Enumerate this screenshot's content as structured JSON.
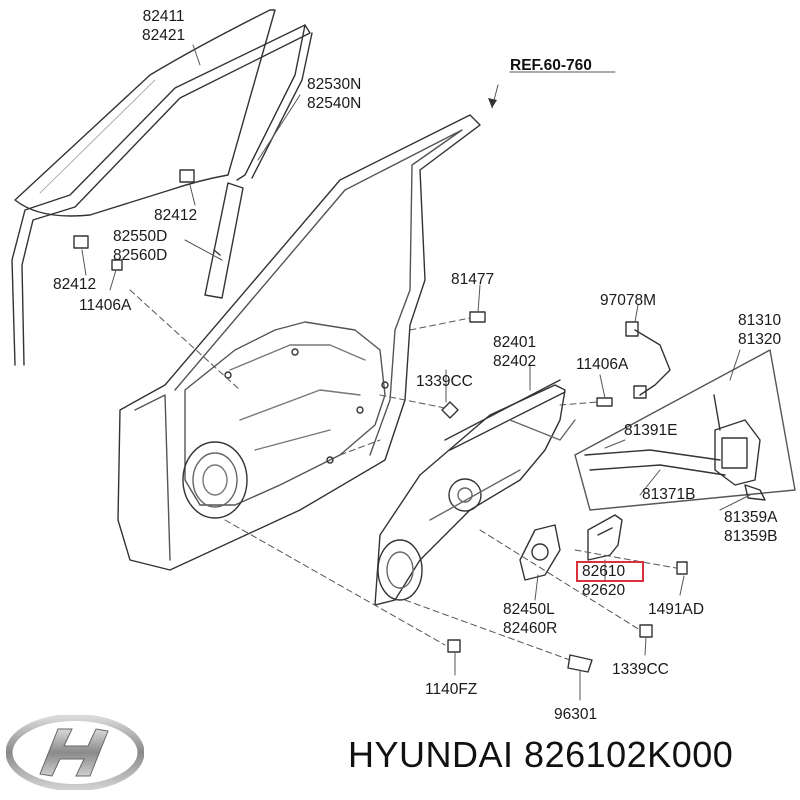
{
  "diagram": {
    "reference": "REF.60-760",
    "highlighted_part": "82610",
    "labels": {
      "glass_a": "82411",
      "glass_b": "82421",
      "run_a": "82530N",
      "run_b": "82540N",
      "holder_upper": "82412",
      "channel_a": "82550D",
      "channel_b": "82560D",
      "holder_lower": "82412",
      "bolt_left": "11406A",
      "bolt_81477": "81477",
      "regulator_a": "82401",
      "regulator_b": "82402",
      "bolt_mid": "11406A",
      "nut_upper": "1339CC",
      "harness": "97078M",
      "latch_a": "81310",
      "latch_b": "81320",
      "cable_1": "81391E",
      "cable_2": "81371B",
      "bracket_a": "81359A",
      "bracket_b": "81359B",
      "handle_a": "82610",
      "handle_b": "82620",
      "motor_a": "82450L",
      "motor_b": "82460R",
      "clip": "1491AD",
      "nut_lower": "1339CC",
      "bolt_lower": "1140FZ",
      "hinge_bolt": "96301"
    }
  },
  "footer": {
    "brand": "HYUNDAI",
    "part_number": "826102K000",
    "logo": "hyundai-logo"
  }
}
